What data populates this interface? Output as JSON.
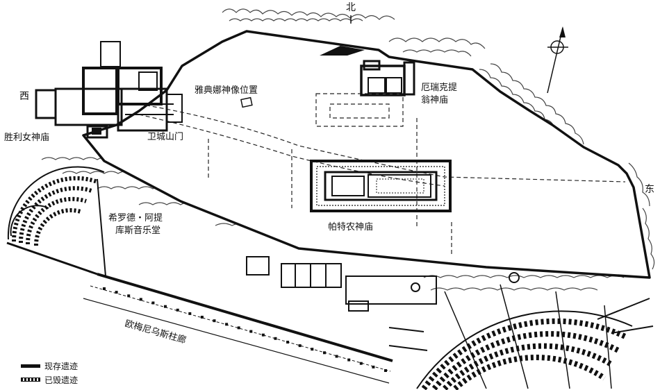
{
  "labels": {
    "north": "北",
    "west": "西",
    "east": "东",
    "athena_statue": "雅典娜神像位置",
    "erechtheion_line1": "厄瑞克提",
    "erechtheion_line2": "翁神庙",
    "propylaea": "卫城山门",
    "nike_temple": "胜利女神庙",
    "parthenon": "帕特农神庙",
    "odeon_line1": "希罗德・阿提",
    "odeon_line2": "库斯音乐堂",
    "stoa": "欧梅尼乌斯柱廊"
  },
  "legend": {
    "existing": "现存遗迹",
    "ruined": "已毁遗迹"
  },
  "icons": {
    "north_arrow": "north-arrow-icon",
    "compass": "compass-icon"
  },
  "colors": {
    "ink": "#111111",
    "paper": "#ffffff",
    "scrub": "#444444"
  }
}
